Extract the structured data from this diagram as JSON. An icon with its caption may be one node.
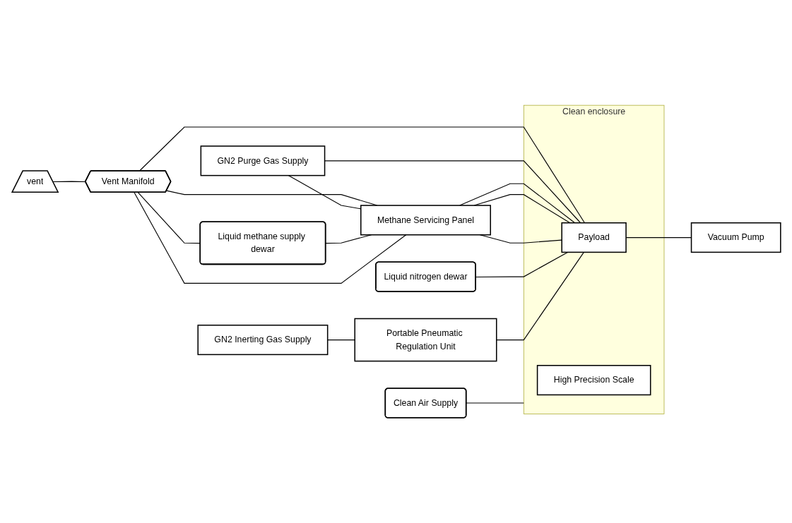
{
  "diagram": {
    "nodes": [
      {
        "text": [
          "vent"
        ]
      },
      {
        "text": [
          "Vent Manifold"
        ]
      },
      {
        "text": [
          "Liquid nitrogen dewar"
        ]
      },
      {
        "text": [
          "Clean Air Supply"
        ]
      },
      {
        "text": [
          "GN2 Purge Gas Supply"
        ]
      },
      {
        "text": [
          "Clean enclosure"
        ]
      },
      {
        "text": [
          "Liquid methane supply dewar"
        ]
      },
      {
        "text": [
          "Methane Servicing Panel"
        ]
      },
      {
        "text": [
          "Payload"
        ],
        "in": 5
      },
      {
        "text": [
          "High Precision Scale"
        ],
        "in": 5
      },
      {
        "text": [
          "GN2 Inerting Gas Supply"
        ]
      },
      {
        "text": [
          "Portable Pneumatic Regulation Unit"
        ]
      },
      {
        "text": [
          "Vacuum Pump"
        ]
      }
    ],
    "edges": [
      {
        "from": 0,
        "to": 1,
        "arrow": "none"
      },
      {
        "from": 1,
        "to": 6,
        "arrow": "none"
      },
      {
        "from": 1,
        "to": 7,
        "arrow": "none"
      },
      {
        "from": 1,
        "to": 8,
        "arrow": "none"
      },
      {
        "from": 7,
        "to": 1,
        "arrow": "none"
      },
      {
        "from": 4,
        "to": 7,
        "arrow": "none"
      },
      {
        "from": 4,
        "to": 8,
        "arrow": "none"
      },
      {
        "from": 6,
        "to": 7,
        "arrow": "none"
      },
      {
        "from": 7,
        "to": 8,
        "arrow": "none"
      },
      {
        "from": 7,
        "to": 8,
        "arrow": "none"
      },
      {
        "from": 7,
        "to": 8,
        "arrow": "none"
      },
      {
        "from": 2,
        "to": 8,
        "arrow": "none"
      },
      {
        "from": 3,
        "to": 5,
        "arrow": "none"
      },
      {
        "from": 10,
        "to": 11,
        "arrow": "none"
      },
      {
        "from": 11,
        "to": 8,
        "arrow": "none"
      },
      {
        "from": 8,
        "to": 12,
        "arrow": "none"
      }
    ]
  }
}
